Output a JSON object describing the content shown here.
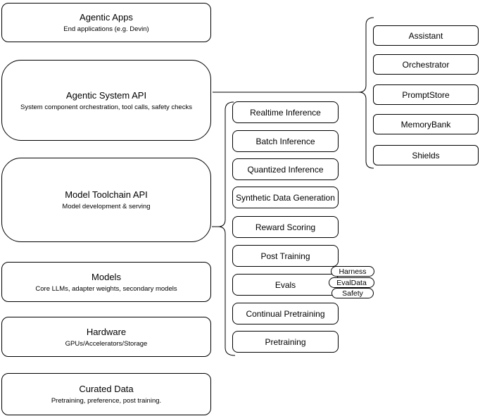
{
  "diagram": {
    "colors": {
      "stroke": "#000000",
      "fill": "#ffffff",
      "background": "#ffffff"
    },
    "stack": [
      {
        "title": "Agentic Apps",
        "subtitle": "End applications (e.g. Devin)"
      },
      {
        "title": "Agentic System API",
        "subtitle": "System component orchestration, tool calls, safety checks"
      },
      {
        "title": "Model Toolchain API",
        "subtitle": "Model development & serving"
      },
      {
        "title": "Models",
        "subtitle": "Core LLMs, adapter weights, secondary models"
      },
      {
        "title": "Hardware",
        "subtitle": "GPUs/Accelerators/Storage"
      },
      {
        "title": "Curated Data",
        "subtitle": "Pretraining, preference, post training."
      }
    ],
    "toolchain": [
      {
        "label": "Realtime Inference"
      },
      {
        "label": "Batch Inference"
      },
      {
        "label": "Quantized Inference"
      },
      {
        "label": "Synthetic Data Generation"
      },
      {
        "label": "Reward Scoring"
      },
      {
        "label": "Post Training"
      },
      {
        "label": "Evals"
      },
      {
        "label": "Continual Pretraining"
      },
      {
        "label": "Pretraining"
      }
    ],
    "system_components": [
      {
        "label": "Assistant"
      },
      {
        "label": "Orchestrator"
      },
      {
        "label": "PromptStore"
      },
      {
        "label": "MemoryBank"
      },
      {
        "label": "Shields"
      }
    ],
    "eval_tags": [
      {
        "label": "Harness"
      },
      {
        "label": "EvalData"
      },
      {
        "label": "Safety"
      }
    ]
  }
}
